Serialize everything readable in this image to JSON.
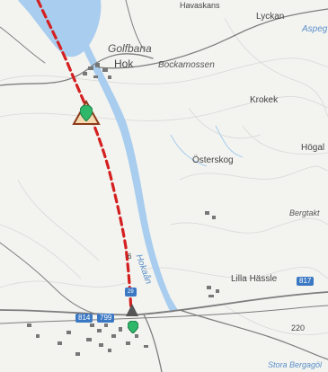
{
  "colors": {
    "water": "#a9cdee",
    "route": "#d42020",
    "road": "#7d7d7d",
    "building": "#777777",
    "contour": "#d8d8d8",
    "warning": "#8b3a1a",
    "pin": "#2fb86a",
    "shield": "#3b78c4"
  },
  "place_labels": {
    "havaskans": "Havaskans",
    "lyckan": "Lyckan",
    "aspeg": "Aspeg",
    "golfbana": "Golfbana",
    "hok": "Hok",
    "bockamossen": "Bockamossen",
    "krokek": "Krokek",
    "hogal": "Högal",
    "osterskog": "Österskog",
    "bergtakt": "Bergtakt",
    "hokaan": "Hokaån",
    "lilla_hassle": "Lilla Hässle",
    "stora_bergagol": "Stora Bergagöl",
    "road_number_220": "220",
    "spot_6": "6"
  },
  "road_shields": {
    "r814": "814",
    "r799": "799",
    "r817": "817",
    "r_small": "29"
  },
  "markers": {
    "warning_icon": "warning-triangle",
    "pin_icon": "location-pin",
    "start_icon": "start-flag"
  }
}
